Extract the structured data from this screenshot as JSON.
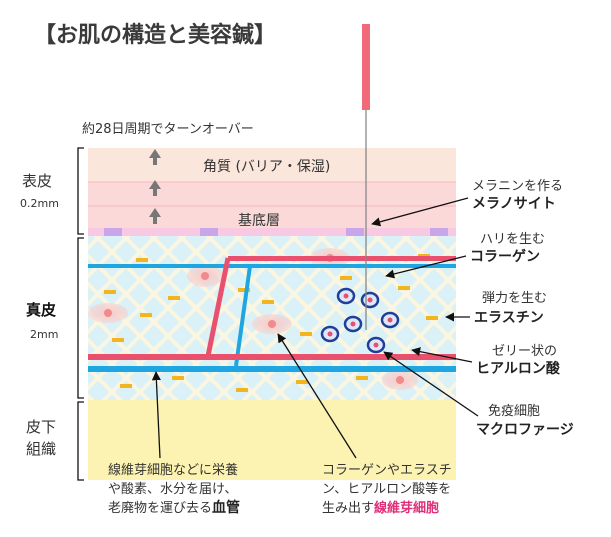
{
  "title": "【お肌の構造と美容鍼】",
  "turnover_note": "約28日周期でターンオーバー",
  "layers": {
    "epidermis": {
      "name": "表皮",
      "thickness": "0.2mm"
    },
    "dermis": {
      "name": "真皮",
      "thickness": "2mm"
    },
    "subcutis": {
      "name_line1": "皮下",
      "name_line2": "組織"
    }
  },
  "epidermis_labels": {
    "stratum_corneum": "角質 (バリア・保湿)",
    "basal_layer": "基底層"
  },
  "callouts": {
    "melanin": {
      "line1": "メラニンを作る",
      "line2": "メラノサイト"
    },
    "collagen": {
      "line1": "ハリを生む",
      "line2": "コラーゲン"
    },
    "elastin": {
      "line1": "弾力を生む",
      "line2": "エラスチン"
    },
    "hyaluronic": {
      "line1": "ゼリー状の",
      "line2": "ヒアルロン酸"
    },
    "macrophage": {
      "line1": "免疫細胞",
      "line2": "マクロファージ"
    }
  },
  "vessel_note": {
    "line1": "線維芽細胞などに栄養",
    "line2": "や酸素、水分を届け、",
    "line3_prefix": "老廃物を運び去る",
    "line3_bold": "血管"
  },
  "fibroblast_note": {
    "line1": "コラーゲンやエラスチ",
    "line2": "ン、ヒアルロン酸等を",
    "line3_prefix": "生み出す",
    "line3_pink": "線維芽細胞"
  },
  "colors": {
    "epidermis": "#fde4e0",
    "dermis_mesh": "#d6f0f6",
    "subcutis": "#fdf3b0",
    "vessel_blue": "#20a8e0",
    "vessel_pink": "#e8506e",
    "needle": "#f06a7a",
    "elastin": "#f5b625"
  }
}
